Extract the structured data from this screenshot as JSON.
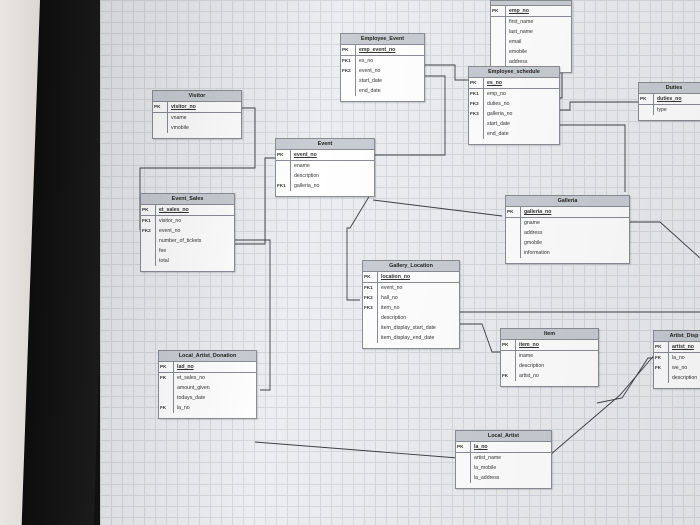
{
  "entities": {
    "emp": {
      "name": "",
      "pk": "emp_no",
      "attrs": [
        {
          "k": "",
          "v": "first_name"
        },
        {
          "k": "",
          "v": "last_name"
        },
        {
          "k": "",
          "v": "email"
        },
        {
          "k": "",
          "v": "emobile"
        },
        {
          "k": "",
          "v": "address"
        }
      ]
    },
    "employee_event": {
      "name": "Employee_Event",
      "pk": "emp_event_no",
      "attrs": [
        {
          "k": "FK1",
          "v": "es_no"
        },
        {
          "k": "FK2",
          "v": "event_no"
        },
        {
          "k": "",
          "v": "start_date"
        },
        {
          "k": "",
          "v": "end_date"
        }
      ]
    },
    "employee_schedule": {
      "name": "Employee_schedule",
      "pk": "es_no",
      "attrs": [
        {
          "k": "FK1",
          "v": "emp_no"
        },
        {
          "k": "FK2",
          "v": "duties_no"
        },
        {
          "k": "FK3",
          "v": "galleria_no"
        },
        {
          "k": "",
          "v": "start_date"
        },
        {
          "k": "",
          "v": "end_date"
        }
      ]
    },
    "duties": {
      "name": "Duties",
      "pk": "duties_no",
      "attrs": [
        {
          "k": "",
          "v": "type"
        }
      ]
    },
    "visitor": {
      "name": "Visitor",
      "pk": "visitor_no",
      "attrs": [
        {
          "k": "",
          "v": "vname"
        },
        {
          "k": "",
          "v": "vmobile"
        }
      ]
    },
    "event": {
      "name": "Event",
      "pk": "event_no",
      "attrs": [
        {
          "k": "",
          "v": "ename"
        },
        {
          "k": "",
          "v": "description"
        },
        {
          "k": "FK1",
          "v": "galleria_no"
        }
      ]
    },
    "event_sales": {
      "name": "Event_Sales",
      "pk": "et_sales_no",
      "attrs": [
        {
          "k": "FK1",
          "v": "visitor_no"
        },
        {
          "k": "FK2",
          "v": "event_no"
        },
        {
          "k": "",
          "v": "number_of_tickets"
        },
        {
          "k": "",
          "v": "fee"
        },
        {
          "k": "",
          "v": "total"
        }
      ]
    },
    "galleria": {
      "name": "Galleria",
      "pk": "galleria_no",
      "attrs": [
        {
          "k": "",
          "v": "gname"
        },
        {
          "k": "",
          "v": "address"
        },
        {
          "k": "",
          "v": "gmobile"
        },
        {
          "k": "",
          "v": "information"
        }
      ]
    },
    "gallery_location": {
      "name": "Gallery_Location",
      "pk": "location_no",
      "attrs": [
        {
          "k": "FK1",
          "v": "event_no"
        },
        {
          "k": "FK2",
          "v": "hall_no"
        },
        {
          "k": "FK3",
          "v": "item_no"
        },
        {
          "k": "",
          "v": "description"
        },
        {
          "k": "",
          "v": "item_display_start_date"
        },
        {
          "k": "",
          "v": "item_display_end_date"
        }
      ]
    },
    "item": {
      "name": "Item",
      "pk": "item_no",
      "attrs": [
        {
          "k": "",
          "v": "iname"
        },
        {
          "k": "",
          "v": "description"
        },
        {
          "k": "FK",
          "v": "artist_no"
        }
      ]
    },
    "artist_display": {
      "name": "Artist_Disp",
      "pk": "artist_no",
      "attrs": [
        {
          "k": "FK",
          "v": "la_no"
        },
        {
          "k": "FK",
          "v": "we_no"
        },
        {
          "k": "",
          "v": "description"
        }
      ]
    },
    "local_artist_donation": {
      "name": "Local_Artist_Donation",
      "pk": "lad_no",
      "attrs": [
        {
          "k": "FK",
          "v": "et_sales_no"
        },
        {
          "k": "",
          "v": "amount_given"
        },
        {
          "k": "",
          "v": "todays_date"
        },
        {
          "k": "FK",
          "v": "la_no"
        }
      ]
    },
    "local_artist": {
      "name": "Local_Artist",
      "pk": "la_no",
      "attrs": [
        {
          "k": "",
          "v": "artist_name"
        },
        {
          "k": "",
          "v": "la_mobile"
        },
        {
          "k": "",
          "v": "la_address"
        }
      ]
    }
  },
  "pk_label": "PK"
}
